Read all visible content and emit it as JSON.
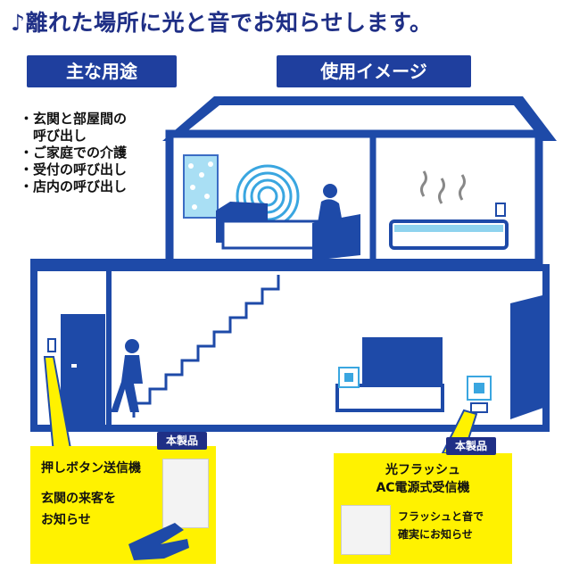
{
  "headline": "♪離れた場所に光と音でお知らせします。",
  "tabs": {
    "uses": "主な用途",
    "image": "使用イメージ"
  },
  "uses": [
    "・玄関と部屋間の",
    "　呼び出し",
    "・ご家庭での介護",
    "・受付の呼び出し",
    "・店内の呼び出し"
  ],
  "products": {
    "transmitter": {
      "badge": "本製品",
      "name": "押しボタン送信機",
      "desc1": "玄関の来客を",
      "desc2": "お知らせ"
    },
    "receiver": {
      "badge": "本製品",
      "name1": "光フラッシュ",
      "name2": "AC電源式受信機",
      "desc1": "フラッシュと音で",
      "desc2": "確実にお知らせ"
    }
  },
  "colors": {
    "navy": "#1f2f86",
    "house_blue": "#1e4aa8",
    "callout_yellow": "#fff200",
    "accent_light": "#8fd3ee"
  }
}
